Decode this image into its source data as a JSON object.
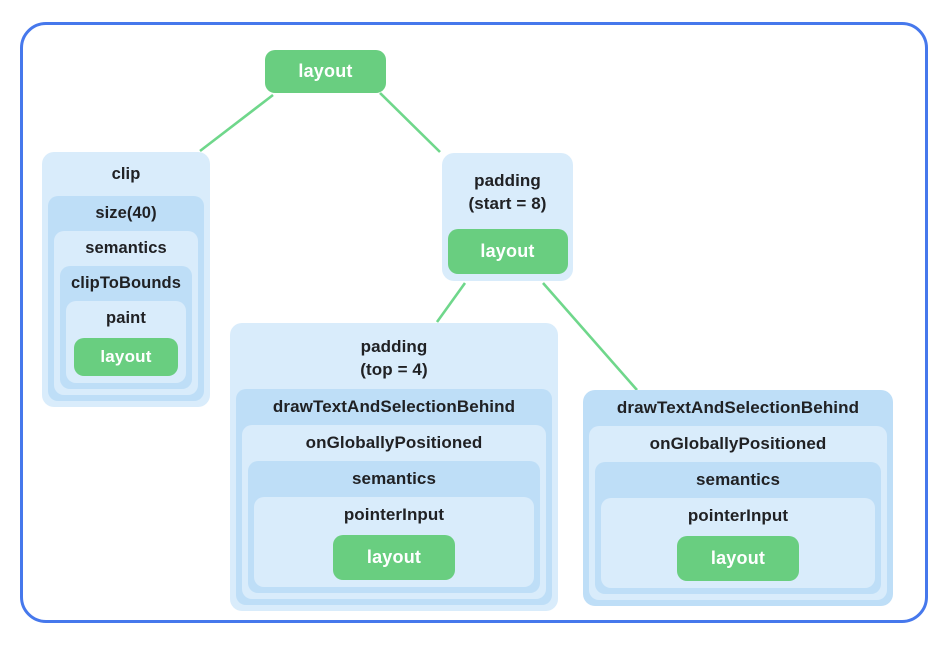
{
  "colors": {
    "frame_border": "#4678ec",
    "node_light_blue": "#d9ecfb",
    "node_medium_blue": "#bedef7",
    "layout_green": "#69ce80",
    "edge_green": "#6fd78b",
    "label_text": "#202124",
    "leaf_text": "#ffffff"
  },
  "nodes": {
    "root": {
      "label": "layout"
    },
    "clip": {
      "title": "clip",
      "levels": [
        "size(40)",
        "semantics",
        "clipToBounds",
        "paint"
      ],
      "leaf": "layout"
    },
    "padding_start": {
      "title_line1": "padding",
      "title_line2": "(start = 8)",
      "leaf": "layout"
    },
    "padding_top": {
      "title_line1": "padding",
      "title_line2": "(top = 4)",
      "levels": [
        "drawTextAndSelectionBehind",
        "onGloballyPositioned",
        "semantics",
        "pointerInput"
      ],
      "leaf": "layout"
    },
    "draw_text": {
      "levels": [
        "drawTextAndSelectionBehind",
        "onGloballyPositioned",
        "semantics",
        "pointerInput"
      ],
      "leaf": "layout"
    }
  }
}
